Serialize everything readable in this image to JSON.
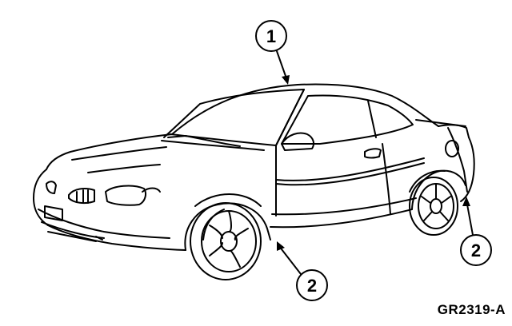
{
  "figure": {
    "code": "GR2319-A",
    "line_color": "#000000",
    "background": "#ffffff"
  },
  "callouts": [
    {
      "id": "callout-1",
      "label": "1"
    },
    {
      "id": "callout-2-rocker",
      "label": "2"
    },
    {
      "id": "callout-2-rear",
      "label": "2"
    }
  ]
}
